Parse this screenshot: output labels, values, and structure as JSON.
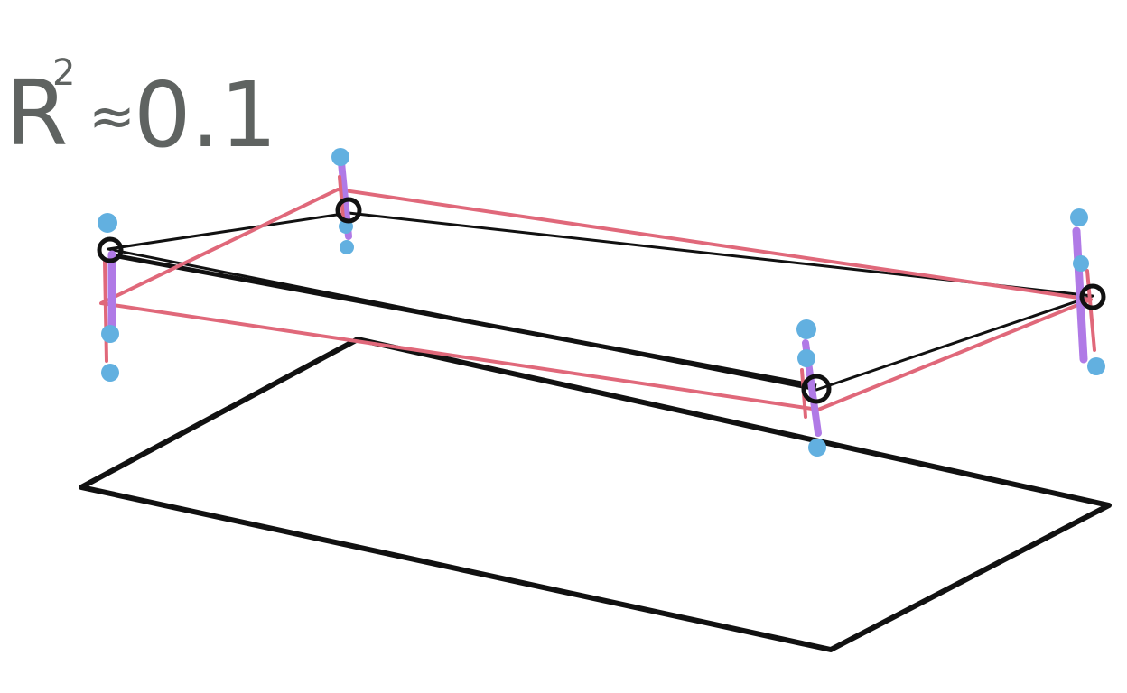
{
  "annotation": {
    "label": "R",
    "exponent": "2",
    "relation": "≈",
    "value": "0.1"
  },
  "colors": {
    "annotation_text": "#5f6361",
    "outline": "#111111",
    "true_surface": "#111111",
    "fitted_surface": "#e0687a",
    "residual": "#b07ae6",
    "data_point": "#62b0e0",
    "ink_background": "#ffffff"
  },
  "icons": {
    "true_point_marker": "circle-outline",
    "observation_marker": "filled-circle"
  }
}
